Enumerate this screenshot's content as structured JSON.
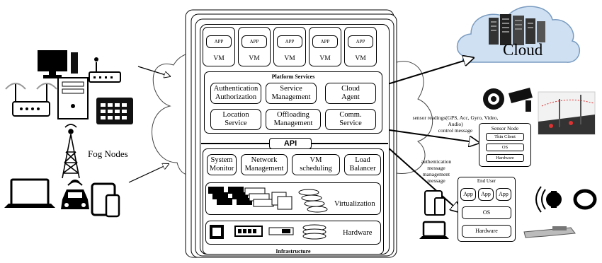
{
  "cloud": {
    "label": "Cloud"
  },
  "fog": {
    "label": "Fog Nodes"
  },
  "vms": [
    {
      "app": "APP",
      "vm": "VM"
    },
    {
      "app": "APP",
      "vm": "VM"
    },
    {
      "app": "APP",
      "vm": "VM"
    },
    {
      "app": "APP",
      "vm": "VM"
    },
    {
      "app": "APP",
      "vm": "VM"
    }
  ],
  "platform": {
    "title": "Platform Services",
    "services": [
      "Authentication\nAuthorization",
      "Service\nManagement",
      "Cloud\nAgent",
      "Location\nService",
      "Offloading\nManagement",
      "Comm.\nService"
    ]
  },
  "api": {
    "label": "API"
  },
  "infra": {
    "title": "Infrastructure",
    "modules": [
      "System\nMonitor",
      "Network\nManagement",
      "VM\nscheduling",
      "Load\nBalancer"
    ],
    "virtualization": "Virtualization",
    "hardware": "Hardware"
  },
  "sensor_node": {
    "title": "Sensor Node",
    "items": [
      "Thin Client",
      "OS",
      "Hardware"
    ]
  },
  "end_user": {
    "title": "End User",
    "apps": [
      "App",
      "App",
      "App"
    ],
    "os": "OS",
    "hardware": "Hardware"
  },
  "messages": {
    "sensor": "sensor readings(GPS, Acc, Gyro, Video,\nAudio)\ncontrol message",
    "auth": "authentication\nmessage\nmanagement\nmessage"
  }
}
